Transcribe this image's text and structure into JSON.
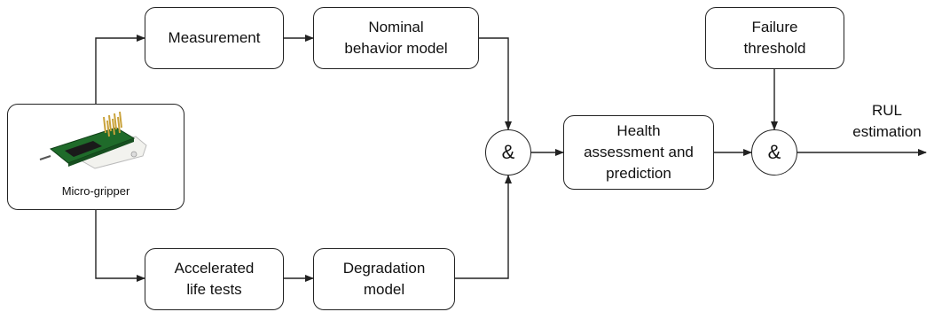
{
  "nodes": {
    "micro_gripper": "Micro-gripper",
    "measurement": "Measurement",
    "nominal_model": "Nominal\nbehavior model",
    "accelerated_tests": "Accelerated\nlife tests",
    "degradation_model": "Degradation\nmodel",
    "and_left": "&",
    "health": "Health\nassessment and\nprediction",
    "failure_threshold": "Failure\nthreshold",
    "and_right": "&",
    "rul": "RUL\nestimation"
  },
  "colors": {
    "line": "#222222",
    "pcb": "#1f6b2a",
    "chip": "#1a1a1a",
    "pins": "#c9a23a",
    "body": "#f2f2ee"
  }
}
